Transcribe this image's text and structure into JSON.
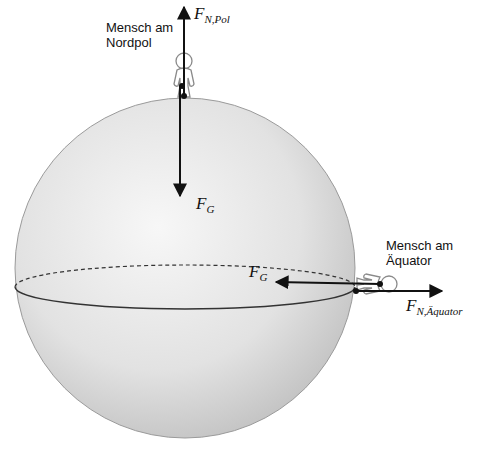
{
  "diagram": {
    "labels": [
      "Mensch am Nordpol",
      "FN,Pol",
      "FG",
      "Mensch am Äquator",
      "FG",
      "FN,Äquator"
    ]
  }
}
